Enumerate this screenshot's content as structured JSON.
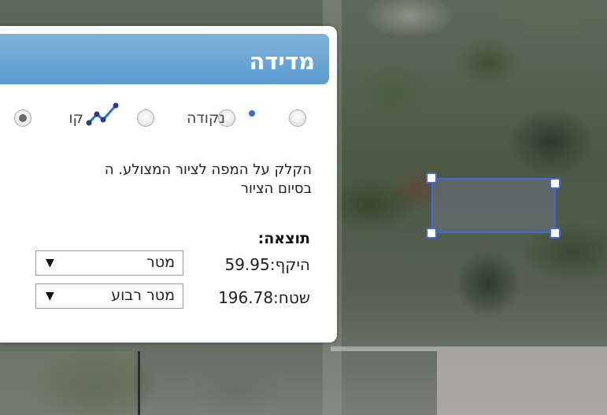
{
  "panel": {
    "title": "מדידה",
    "modes": [
      {
        "label": "",
        "icon": "polygon-icon",
        "selected": false
      },
      {
        "label": "נקודה",
        "icon": "point-icon",
        "selected": false
      },
      {
        "label": "קו",
        "icon": "line-icon",
        "selected": true
      }
    ],
    "instructions": [
      "הקלק על המפה לציור המצולע. ה",
      "בסיום הציור"
    ],
    "result_title": "תוצאה:",
    "perimeter": {
      "label": "היקף:",
      "value": "59.95",
      "unit": "מטר"
    },
    "area": {
      "label": "שטח:",
      "value": "196.78",
      "unit": "מטר רבוע"
    },
    "dropdown_arrow": "▼"
  },
  "colors": {
    "header": "#5a9bd0",
    "shape": "#4466e6",
    "accent_point": "#2a6fd6"
  }
}
